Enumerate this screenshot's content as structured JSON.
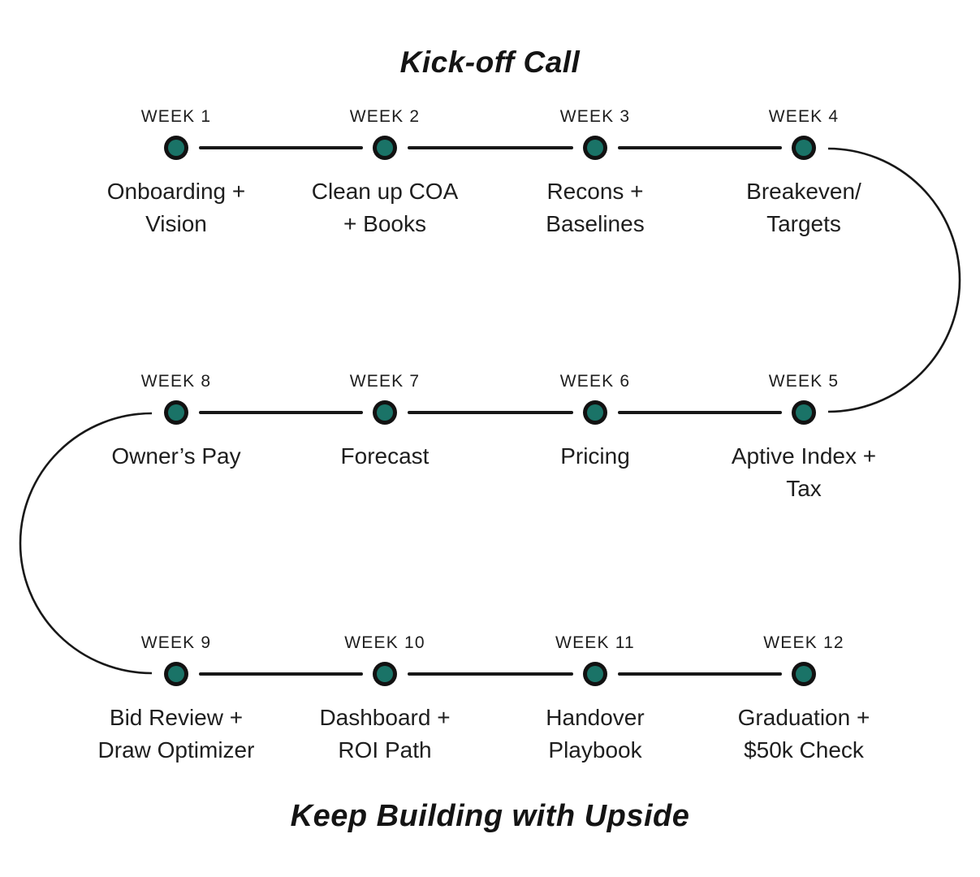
{
  "titles": {
    "top": "Kick-off Call",
    "bottom": "Keep Building with Upside"
  },
  "colors": {
    "dot_fill": "#1a7367",
    "dot_ring": "#121212",
    "line_color": "#181818",
    "text_color": "#1e1e1e",
    "title_color": "#141414"
  },
  "milestones": [
    {
      "week_label": "WEEK 1",
      "task": "Onboarding +\nVision"
    },
    {
      "week_label": "WEEK 2",
      "task": "Clean up COA\n+ Books"
    },
    {
      "week_label": "WEEK 3",
      "task": "Recons +\nBaselines"
    },
    {
      "week_label": "WEEK 4",
      "task": "Breakeven/\nTargets"
    },
    {
      "week_label": "WEEK 5",
      "task": "Aptive Index +\nTax"
    },
    {
      "week_label": "WEEK 6",
      "task": "Pricing"
    },
    {
      "week_label": "WEEK 7",
      "task": "Forecast"
    },
    {
      "week_label": "WEEK 8",
      "task": "Owner’s Pay"
    },
    {
      "week_label": "WEEK 9",
      "task": "Bid Review +\nDraw Optimizer"
    },
    {
      "week_label": "WEEK 10",
      "task": "Dashboard +\nROI Path"
    },
    {
      "week_label": "WEEK 11",
      "task": "Handover\nPlaybook"
    },
    {
      "week_label": "WEEK 12",
      "task": "Graduation +\n$50k Check"
    }
  ]
}
